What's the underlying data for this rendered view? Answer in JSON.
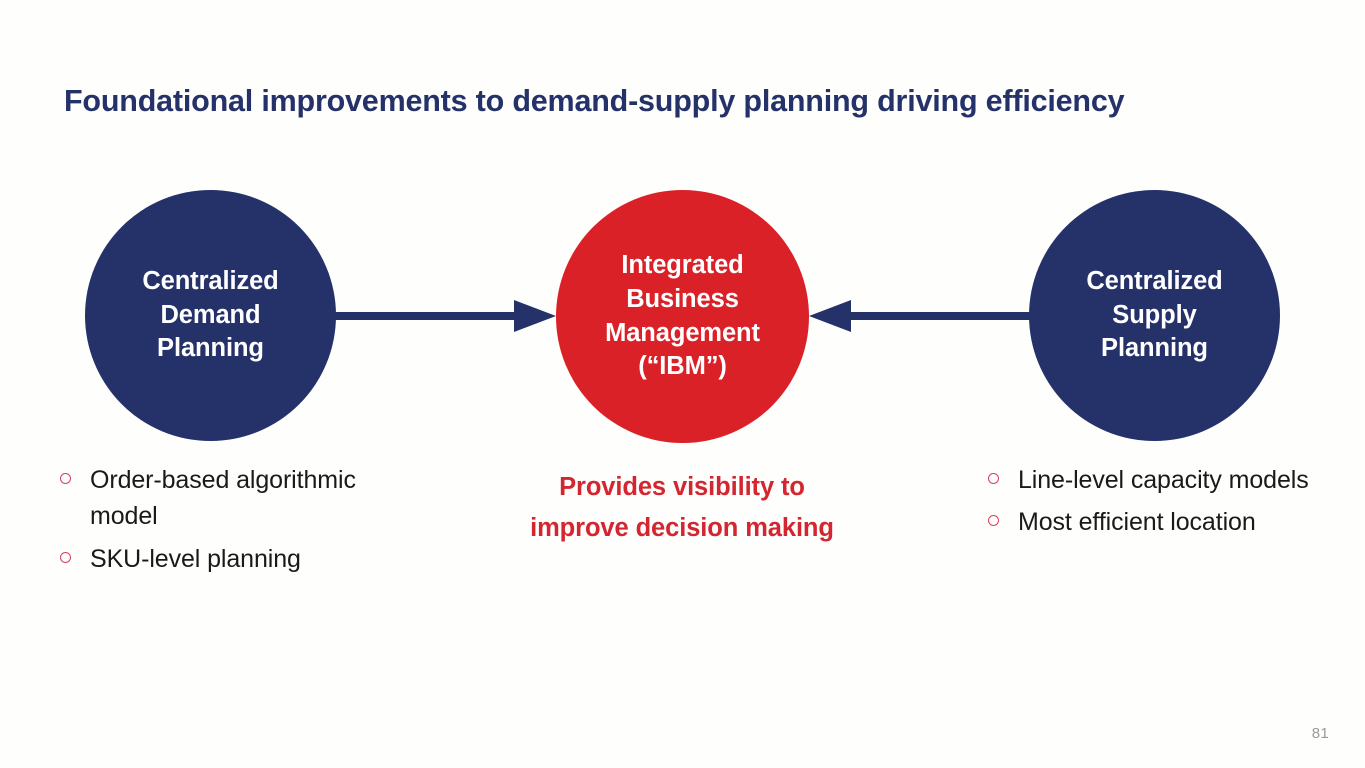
{
  "slide": {
    "title": "Foundational improvements to demand-supply planning driving efficiency",
    "page_number": "81",
    "background_color": "#fefefc"
  },
  "colors": {
    "navy": "#25326a",
    "red": "#db2128",
    "caption_red": "#d42630",
    "bullet_marker": "#d6415f",
    "body_text": "#1a1a1a",
    "page_number": "#9a9a9a"
  },
  "diagram": {
    "type": "three-node-convergence",
    "nodes": [
      {
        "id": "demand",
        "label": "Centralized\nDemand\nPlanning",
        "color": "#25326a",
        "text_color": "#ffffff",
        "position": "left"
      },
      {
        "id": "ibm",
        "label": "Integrated\nBusiness\nManagement\n(“IBM”)",
        "color": "#db2128",
        "text_color": "#ffffff",
        "position": "center"
      },
      {
        "id": "supply",
        "label": "Centralized\nSupply\nPlanning",
        "color": "#25326a",
        "text_color": "#ffffff",
        "position": "right"
      }
    ],
    "arrows": [
      {
        "id": "demand-to-ibm",
        "from": "demand",
        "to": "ibm",
        "direction": "right",
        "color": "#25326a"
      },
      {
        "id": "supply-to-ibm",
        "from": "supply",
        "to": "ibm",
        "direction": "left",
        "color": "#25326a"
      }
    ]
  },
  "bullets_left": {
    "items": [
      {
        "text": "Order-based algorithmic model"
      },
      {
        "text": "SKU-level planning"
      }
    ]
  },
  "bullets_right": {
    "items": [
      {
        "text": "Line-level capacity models"
      },
      {
        "text": "Most efficient location"
      }
    ]
  },
  "center_caption": {
    "text": "Provides visibility to improve decision making"
  }
}
